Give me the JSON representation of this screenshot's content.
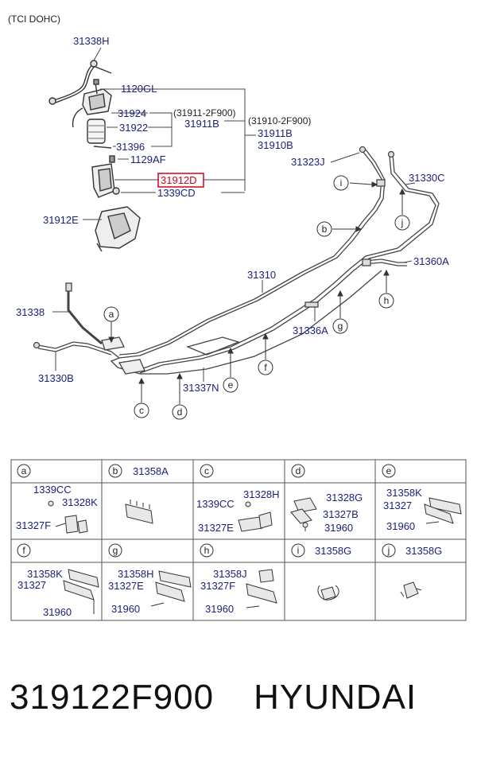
{
  "diagram": {
    "header": "(TCI DOHC)",
    "callouts": {
      "c31338H": "31338H",
      "c1120GL": "1120GL",
      "c31924": "31924",
      "c31911_2F900": "(31911-2F900)",
      "c31910_2F900": "(31910-2F900)",
      "c31922": "31922",
      "c31911B": "31911B",
      "c31911B_b": "31911B",
      "c31910B": "31910B",
      "c31396": "31396",
      "c1129AF": "1129AF",
      "c31323J": "31323J",
      "c31912D": "31912D",
      "c1339CD": "1339CD",
      "c31330C": "31330C",
      "c31912E": "31912E",
      "c31360A": "31360A",
      "c31310": "31310",
      "c31338": "31338",
      "c31336A": "31336A",
      "c31330B": "31330B",
      "c31337N": "31337N"
    },
    "markers": [
      "a",
      "b",
      "c",
      "d",
      "e",
      "f",
      "g",
      "h",
      "i",
      "j"
    ],
    "highlight_color": "#d0021b",
    "label_color": "#1a1f7a"
  },
  "table": {
    "cells": [
      {
        "letter": "a",
        "title": "",
        "parts": [
          "1339CC",
          "31328K",
          "31327F"
        ]
      },
      {
        "letter": "b",
        "title": "31358A",
        "parts": []
      },
      {
        "letter": "c",
        "title": "",
        "parts": [
          "31328H",
          "1339CC",
          "31327E"
        ]
      },
      {
        "letter": "d",
        "title": "",
        "parts": [
          "31328G",
          "31327B",
          "31960"
        ]
      },
      {
        "letter": "e",
        "title": "",
        "parts": [
          "31358K",
          "31327",
          "31960"
        ]
      },
      {
        "letter": "f",
        "title": "",
        "parts": [
          "31358K",
          "31327",
          "31960"
        ]
      },
      {
        "letter": "g",
        "title": "",
        "parts": [
          "31358H",
          "31327E",
          "31960"
        ]
      },
      {
        "letter": "h",
        "title": "",
        "parts": [
          "31358J",
          "31327F",
          "31960"
        ]
      },
      {
        "letter": "i",
        "title": "31358G",
        "parts": []
      },
      {
        "letter": "j",
        "title": "31358G",
        "parts": []
      }
    ]
  },
  "footer": {
    "part_number": "319122F900",
    "brand": "HYUNDAI"
  }
}
